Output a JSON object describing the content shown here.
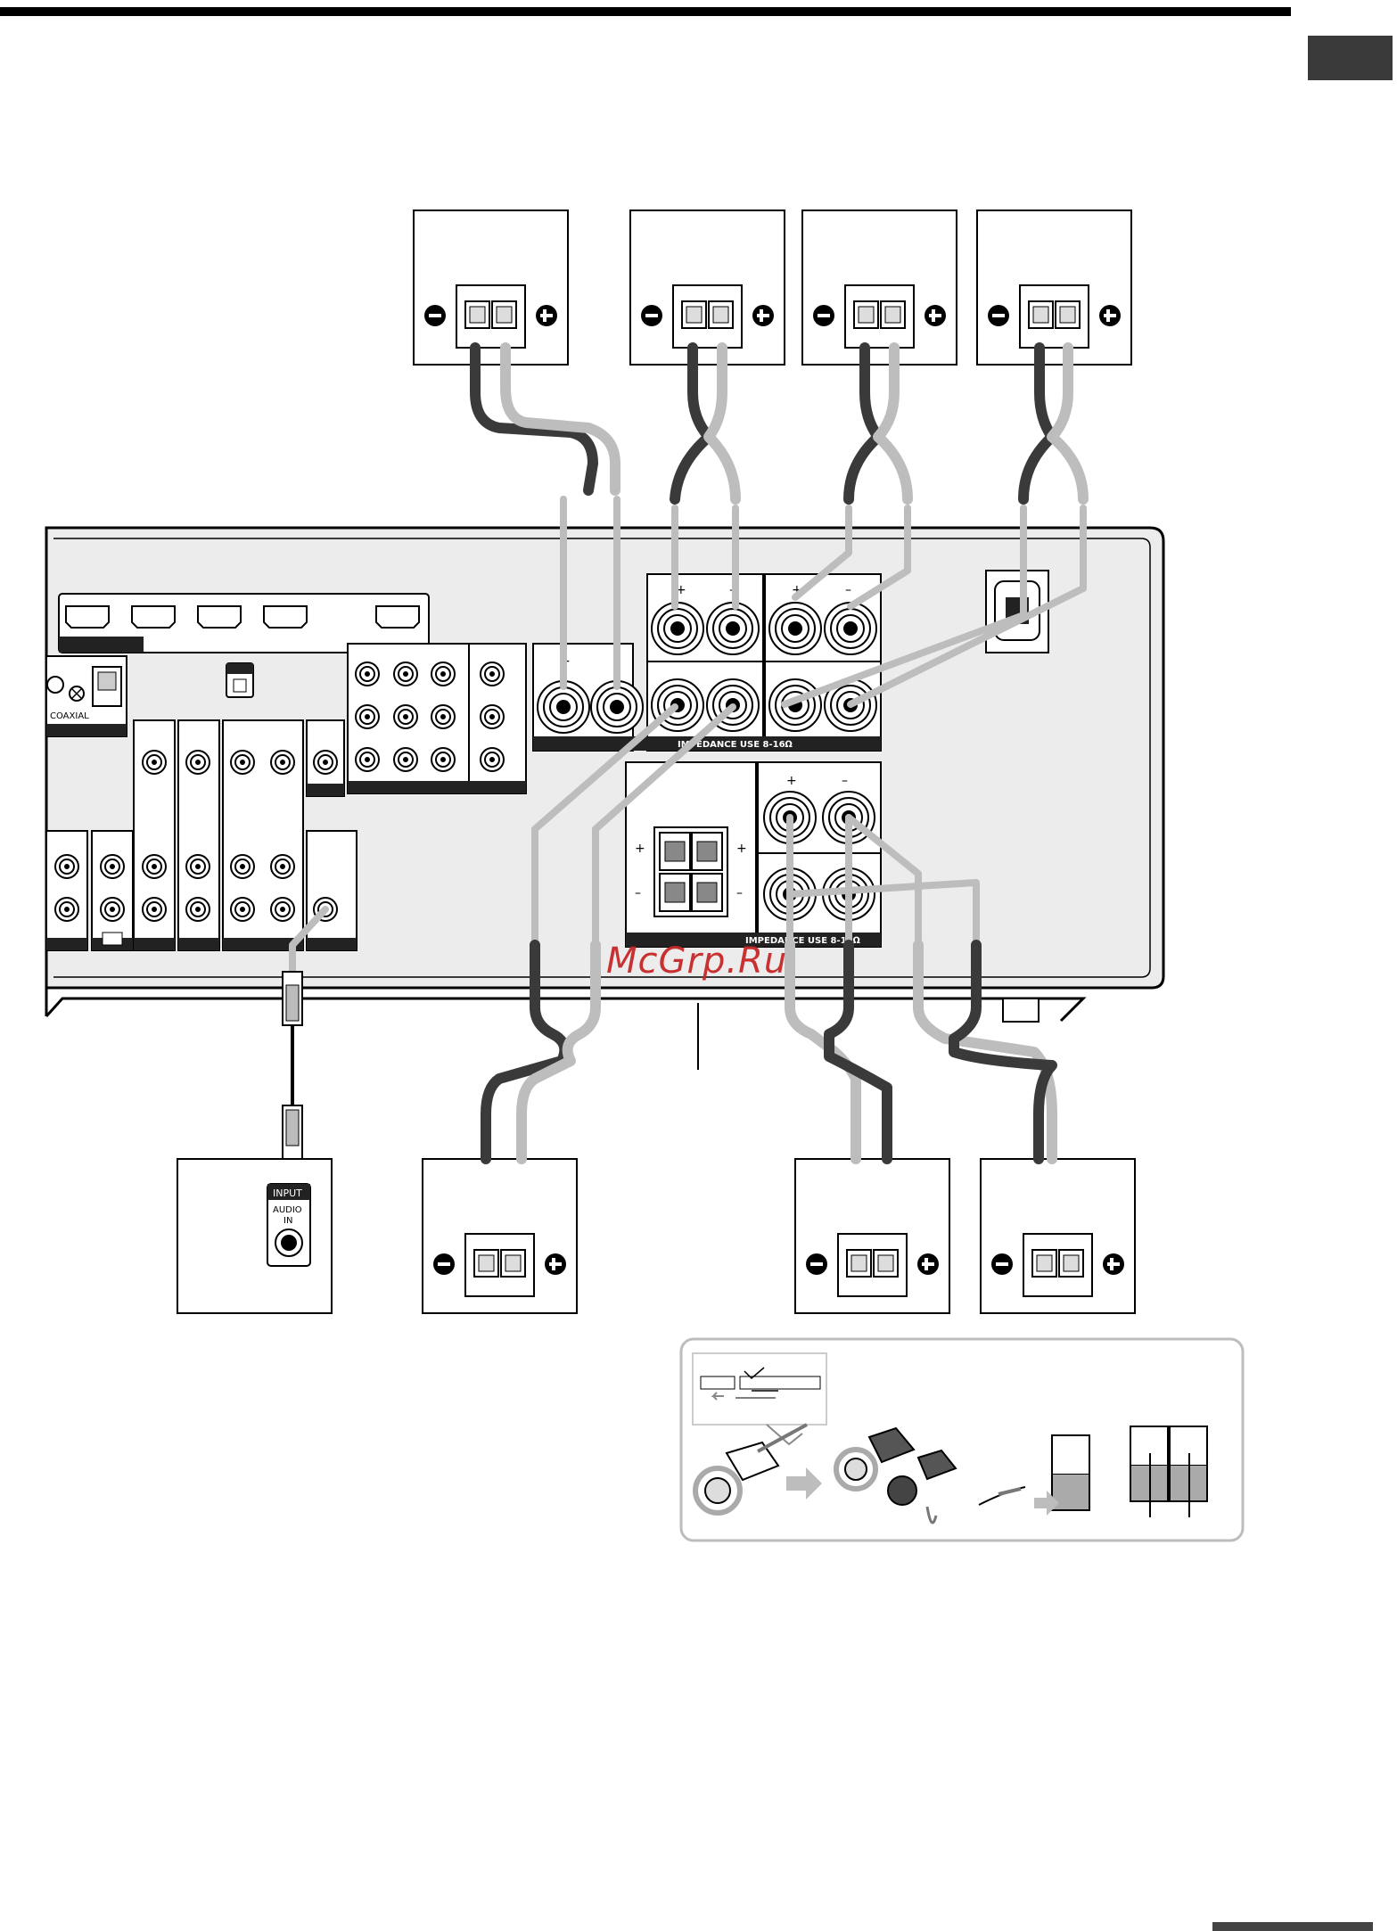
{
  "watermark": "McGrp.Ru",
  "receiver": {
    "impedance_label_upper": "IMPEDANCE USE 8-16Ω",
    "impedance_label_lower": "IMPEDANCE USE 8-16Ω",
    "coaxial_label": "COAXIAL",
    "plus": "+",
    "minus": "–"
  },
  "subwoofer_jack": {
    "input_label": "INPUT",
    "audio_label": "AUDIO",
    "in_label": "IN"
  },
  "speaker_terminal": {
    "minus_symbol": "−",
    "plus_symbol": "+"
  },
  "icons": [
    "speaker-terminal-icon",
    "binding-post-icon",
    "cable-plug-icon",
    "arrow-right-icon"
  ],
  "colors": {
    "wire_dark": "#3a3a3a",
    "wire_light": "#bdbdbd",
    "panel": "#ececec",
    "watermark": "#c62828"
  }
}
